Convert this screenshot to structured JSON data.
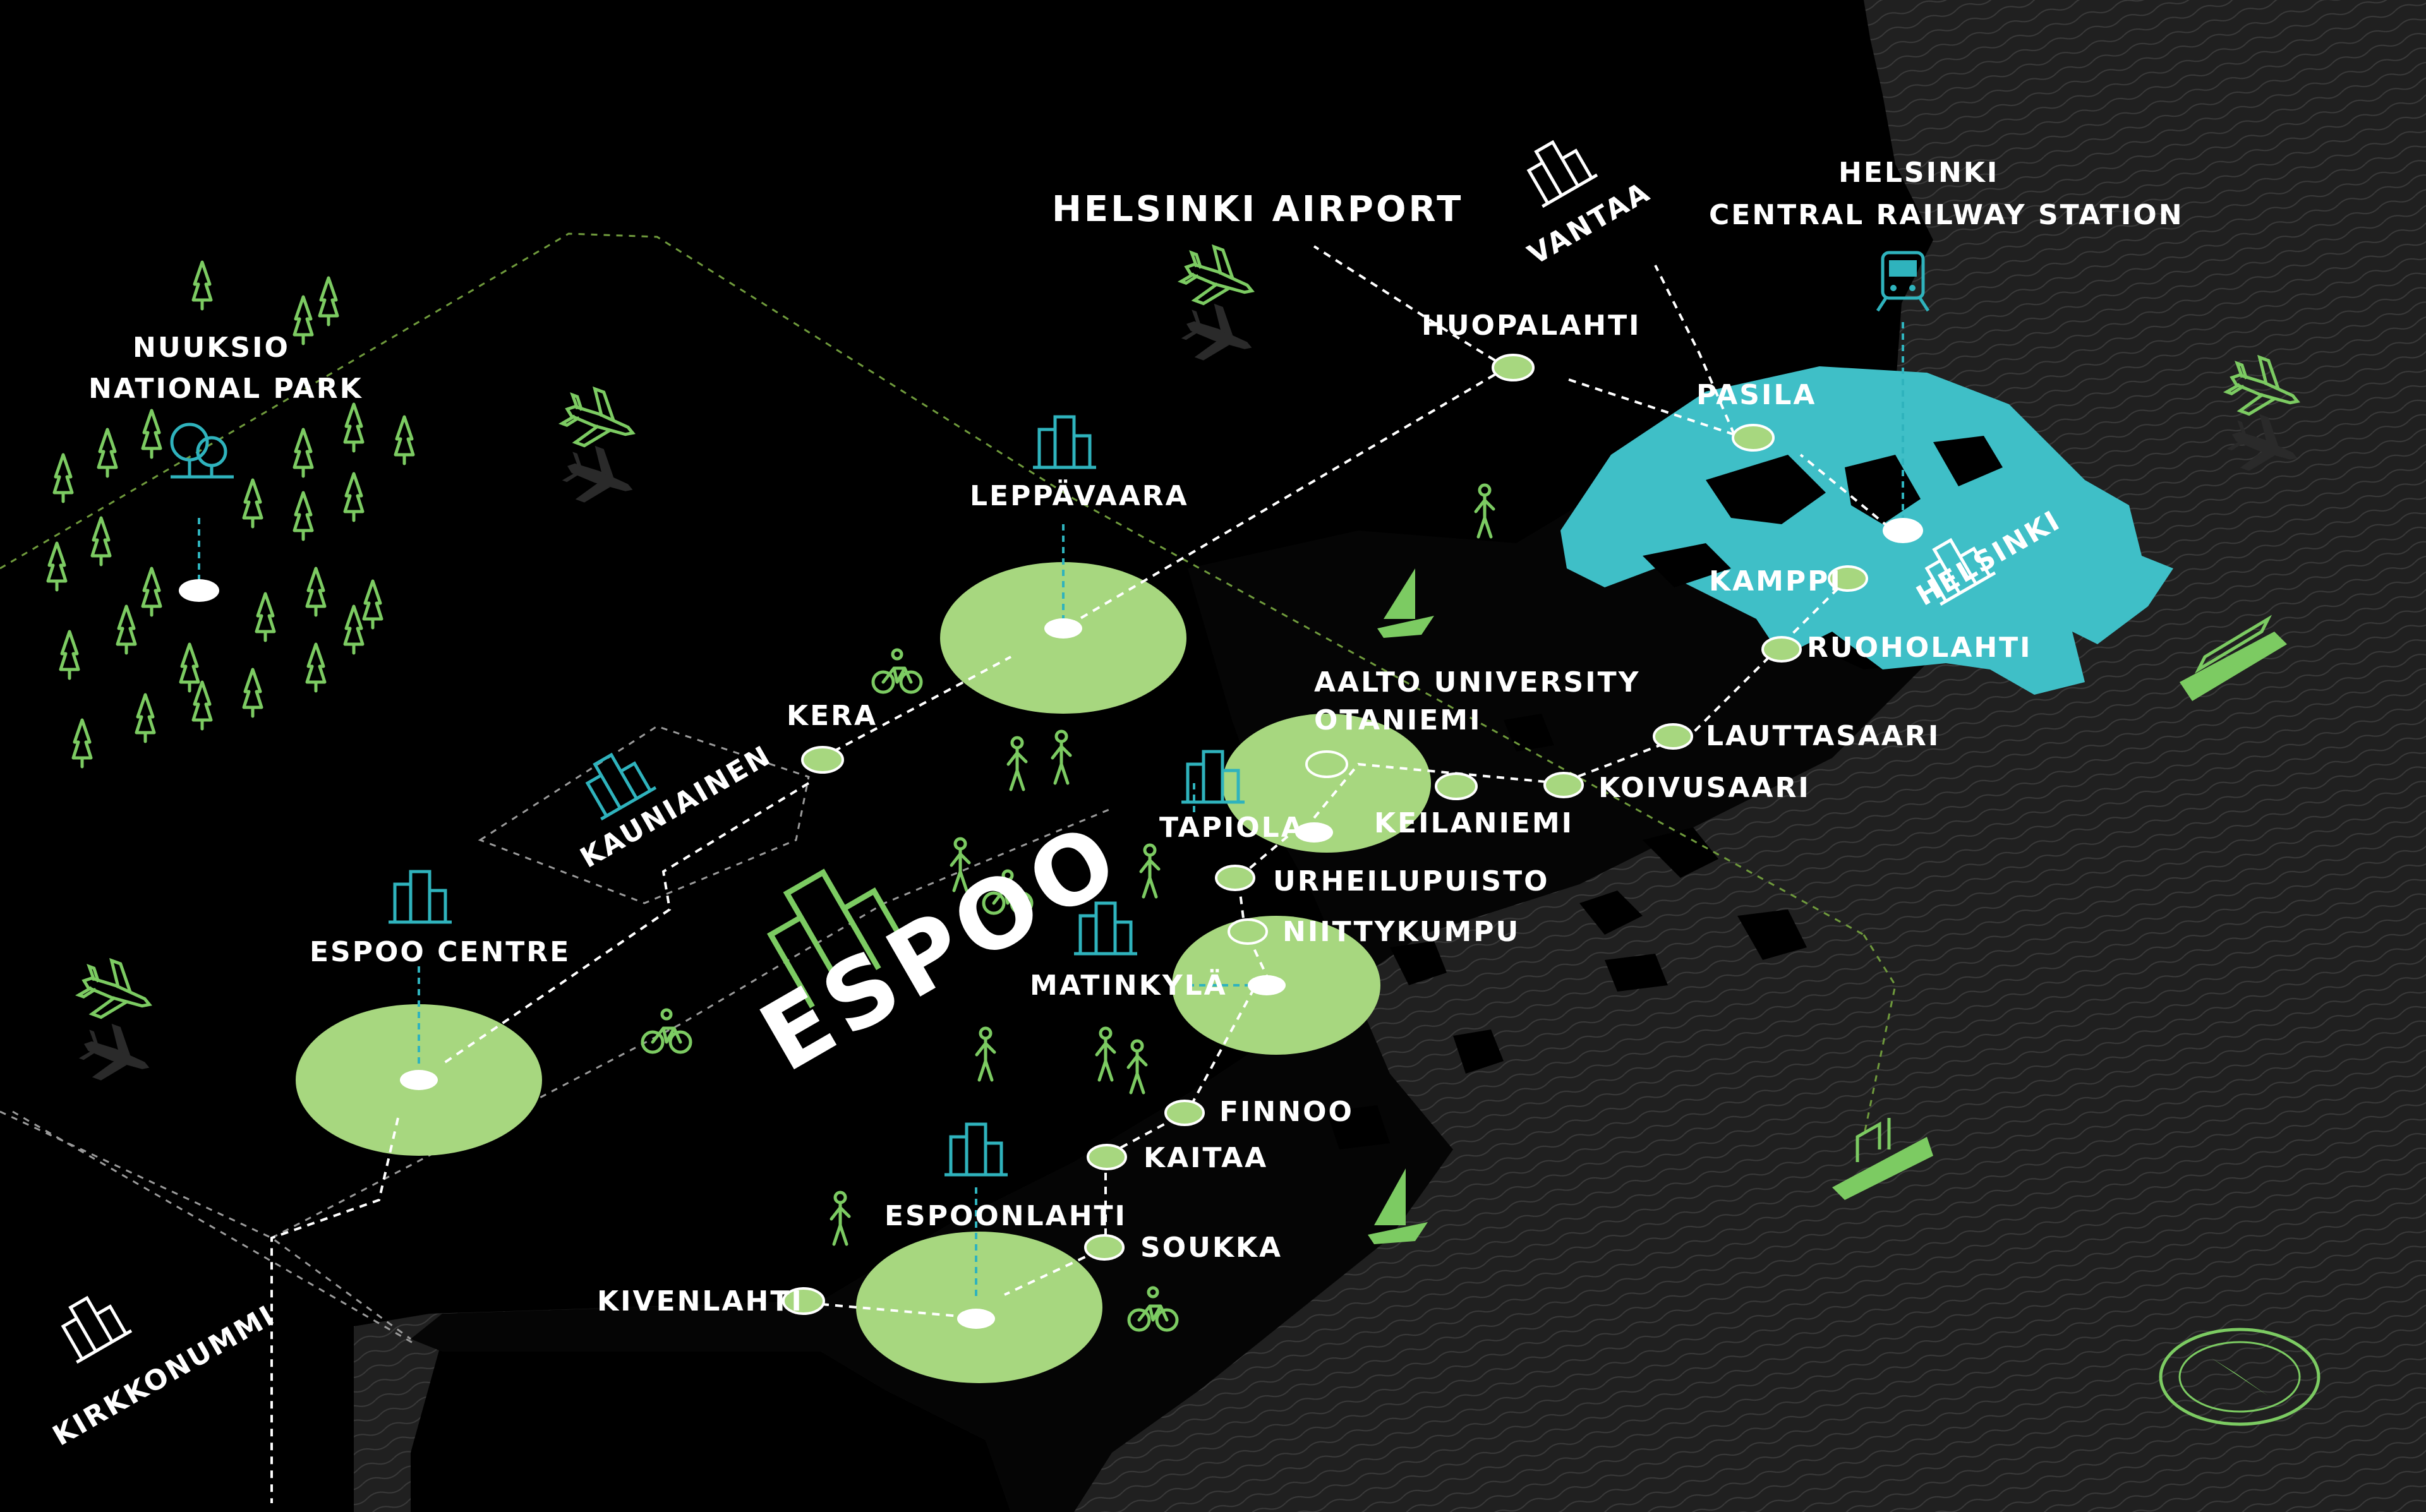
{
  "places": {
    "helsinki_airport": "HELSINKI AIRPORT",
    "vantaa": "VANTAA",
    "helsinki_central_line1": "HELSINKI",
    "helsinki_central_line2": "CENTRAL RAILWAY STATION",
    "nuuksio_line1": "NUUKSIO",
    "nuuksio_line2": "NATIONAL PARK",
    "kauniainen": "KAUNIAINEN",
    "espoo": "ESPOO",
    "helsinki": "HELSINKI",
    "kirkkonummi": "KIRKKONUMMI"
  },
  "stations": {
    "huopalahti": "HUOPALAHTI",
    "pasila": "PASILA",
    "leppavaara": "LEPPÄVAARA",
    "kera": "KERA",
    "espoo_centre": "ESPOO CENTRE",
    "kamppi": "KAMPPI",
    "ruoholahti": "RUOHOLAHTI",
    "lauttasaari": "LAUTTASAARI",
    "koivusaari": "KOIVUSAARI",
    "keilaniemi": "KEILANIEMI",
    "aalto_line1": "AALTO UNIVERSITY",
    "aalto_line2": "OTANIEMI",
    "tapiola": "TAPIOLA",
    "urheilupuisto": "URHEILUPUISTO",
    "niittykumpu": "NIITTYKUMPU",
    "matinkyla": "MATINKYLÄ",
    "finnoo": "FINNOO",
    "kaitaa": "KAITAA",
    "soukka": "SOUKKA",
    "espoonlahti": "ESPOONLAHTI",
    "kivenlahti": "KIVENLAHTI"
  },
  "colors": {
    "background": "#000000",
    "land_grey": "#1c1c1c",
    "green": "#a7d77f",
    "icon_green": "#7ccb62",
    "cyan": "#3fbfc7",
    "white": "#ffffff"
  },
  "icons": [
    "airplane-icon",
    "train-icon",
    "ship-icon",
    "sailboat-icon",
    "bicycle-icon",
    "pedestrian-icon",
    "tree-icon",
    "city-skyline-icon",
    "compass-icon"
  ]
}
